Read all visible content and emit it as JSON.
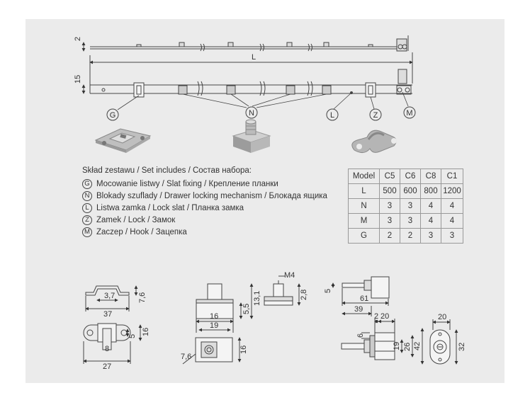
{
  "top_drawing": {
    "dim_height_top": "2",
    "dim_height_side": "15",
    "dim_length": "L",
    "callouts": [
      "G",
      "N",
      "L",
      "Z",
      "M"
    ]
  },
  "legend": {
    "heading": "Skład zestawu / Set includes / Состав набора:",
    "items": [
      {
        "letter": "G",
        "text": "Mocowanie listwy / Slat fixing / Крепление планки"
      },
      {
        "letter": "N",
        "text": "Blokady szuflady / Drawer locking mechanism / Блокада ящика"
      },
      {
        "letter": "L",
        "text": "Listwa zamka / Lock slat / Планка замка"
      },
      {
        "letter": "Z",
        "text": "Zamek / Lock / Замок"
      },
      {
        "letter": "M",
        "text": "Zaczep  / Hook / Зацепка"
      }
    ]
  },
  "model_table": {
    "headers": [
      "Model",
      "C5",
      "C6",
      "C8",
      "C1"
    ],
    "rows": [
      [
        "L",
        "500",
        "600",
        "800",
        "1200"
      ],
      [
        "N",
        "3",
        "3",
        "4",
        "4"
      ],
      [
        "M",
        "3",
        "3",
        "4",
        "4"
      ],
      [
        "G",
        "2",
        "2",
        "3",
        "3"
      ]
    ]
  },
  "detail_g": {
    "dims": [
      "3,7",
      "37",
      "7,6",
      "8",
      "16",
      "5",
      "27"
    ]
  },
  "detail_n": {
    "dims": [
      "16",
      "19",
      "5,5",
      "13,1",
      "7,6",
      "16",
      "M4",
      "2,8"
    ]
  },
  "detail_z": {
    "dims": [
      "5",
      "61",
      "39",
      "2",
      "20",
      "6",
      "19",
      "26",
      "42",
      "20",
      "32"
    ]
  }
}
